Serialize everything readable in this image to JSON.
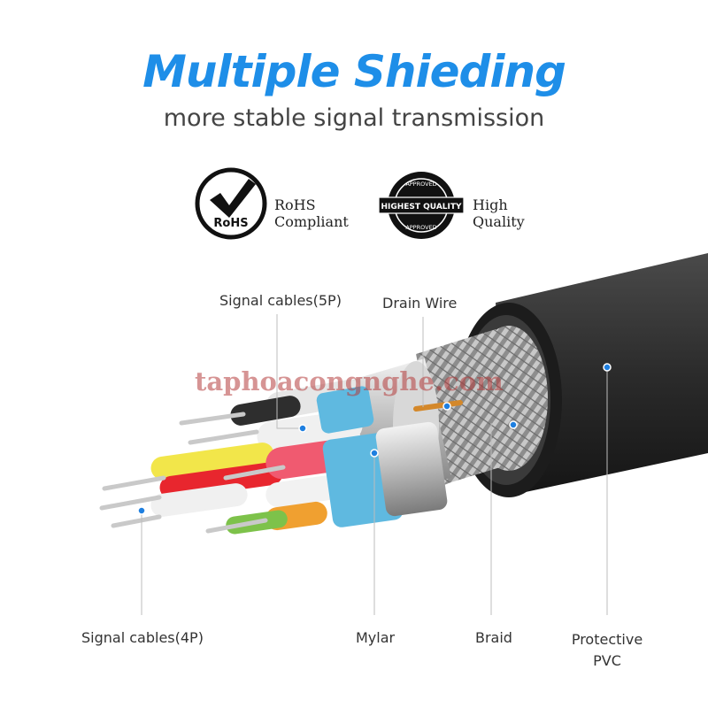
{
  "header": {
    "title": "Multiple Shieding",
    "subtitle": "more stable signal transmission"
  },
  "badges": {
    "rohs": {
      "icon_text": "RoHS",
      "line1": "RoHS",
      "line2": "Compliant"
    },
    "quality": {
      "ring_top": "APPROVED",
      "ribbon": "HIGHEST QUALITY",
      "ring_bottom": "APPROVED",
      "line1": "High",
      "line2": "Quality"
    }
  },
  "labels": {
    "signal_5p": "Signal cables(5P)",
    "drain_wire": "Drain Wire",
    "signal_4p": "Signal cables(4P)",
    "mylar": "Mylar",
    "braid": "Braid",
    "pvc_line1": "Protective",
    "pvc_line2": "PVC"
  },
  "watermark": "taphoacongnghe.com",
  "colors": {
    "title_blue": "#1e8ee8",
    "pointer_dot": "#1e7fe0",
    "jacket": "#2a2a2a",
    "mylar_blue": "#5fb9e0",
    "braid": "#a9a9a9"
  }
}
